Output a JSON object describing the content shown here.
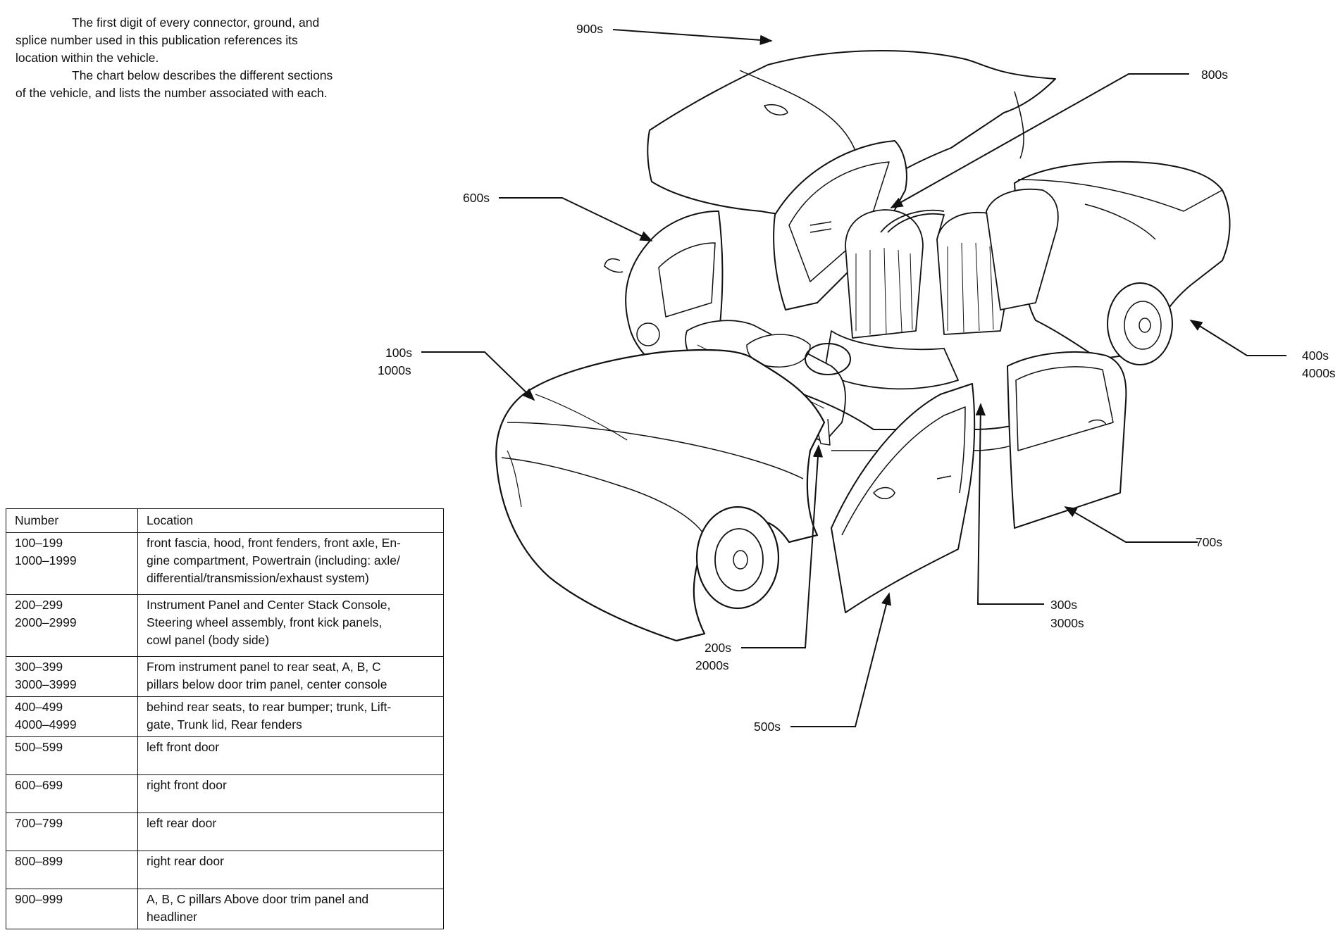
{
  "intro": {
    "p1": "The first digit of every connector, ground, and splice number used in this publication references its location within the vehicle.",
    "p2": "The chart below describes the different sections of the vehicle, and lists the number associated with each."
  },
  "table": {
    "header": {
      "number": "Number",
      "location": "Location"
    },
    "rows": [
      {
        "number": [
          "100–199",
          "1000–1999"
        ],
        "location": [
          "front fascia, hood, front fenders, front axle, En-",
          "gine compartment, Powertrain (including: axle/",
          "differential/transmission/exhaust system)"
        ]
      },
      {
        "number": [
          "200–299",
          "2000–2999"
        ],
        "location": [
          "Instrument Panel and Center Stack Console,",
          "Steering wheel assembly, front kick panels,",
          "cowl panel (body side)"
        ]
      },
      {
        "number": [
          "300–399",
          "3000–3999"
        ],
        "location": [
          "From instrument panel to rear seat, A, B, C",
          "pillars below door trim panel, center console"
        ]
      },
      {
        "number": [
          "400–499",
          "4000–4999"
        ],
        "location": [
          "behind rear seats, to rear bumper;  trunk, Lift-",
          "gate, Trunk lid, Rear fenders"
        ]
      },
      {
        "number": [
          "500–599"
        ],
        "location": [
          "left front door"
        ]
      },
      {
        "number": [
          "600–699"
        ],
        "location": [
          "right front door"
        ]
      },
      {
        "number": [
          "700–799"
        ],
        "location": [
          "left rear door"
        ]
      },
      {
        "number": [
          "800–899"
        ],
        "location": [
          "right rear door"
        ]
      },
      {
        "number": [
          "900–999"
        ],
        "location": [
          "A, B, C pillars Above door trim panel and",
          "headliner"
        ]
      }
    ]
  },
  "callouts": {
    "c900": "900s",
    "c800": "800s",
    "c600": "600s",
    "c100": [
      "100s",
      "1000s"
    ],
    "c400": [
      "400s",
      "4000s"
    ],
    "c700": "700s",
    "c300": [
      "300s",
      "3000s"
    ],
    "c200": [
      "200s",
      "2000s"
    ],
    "c500": "500s"
  }
}
